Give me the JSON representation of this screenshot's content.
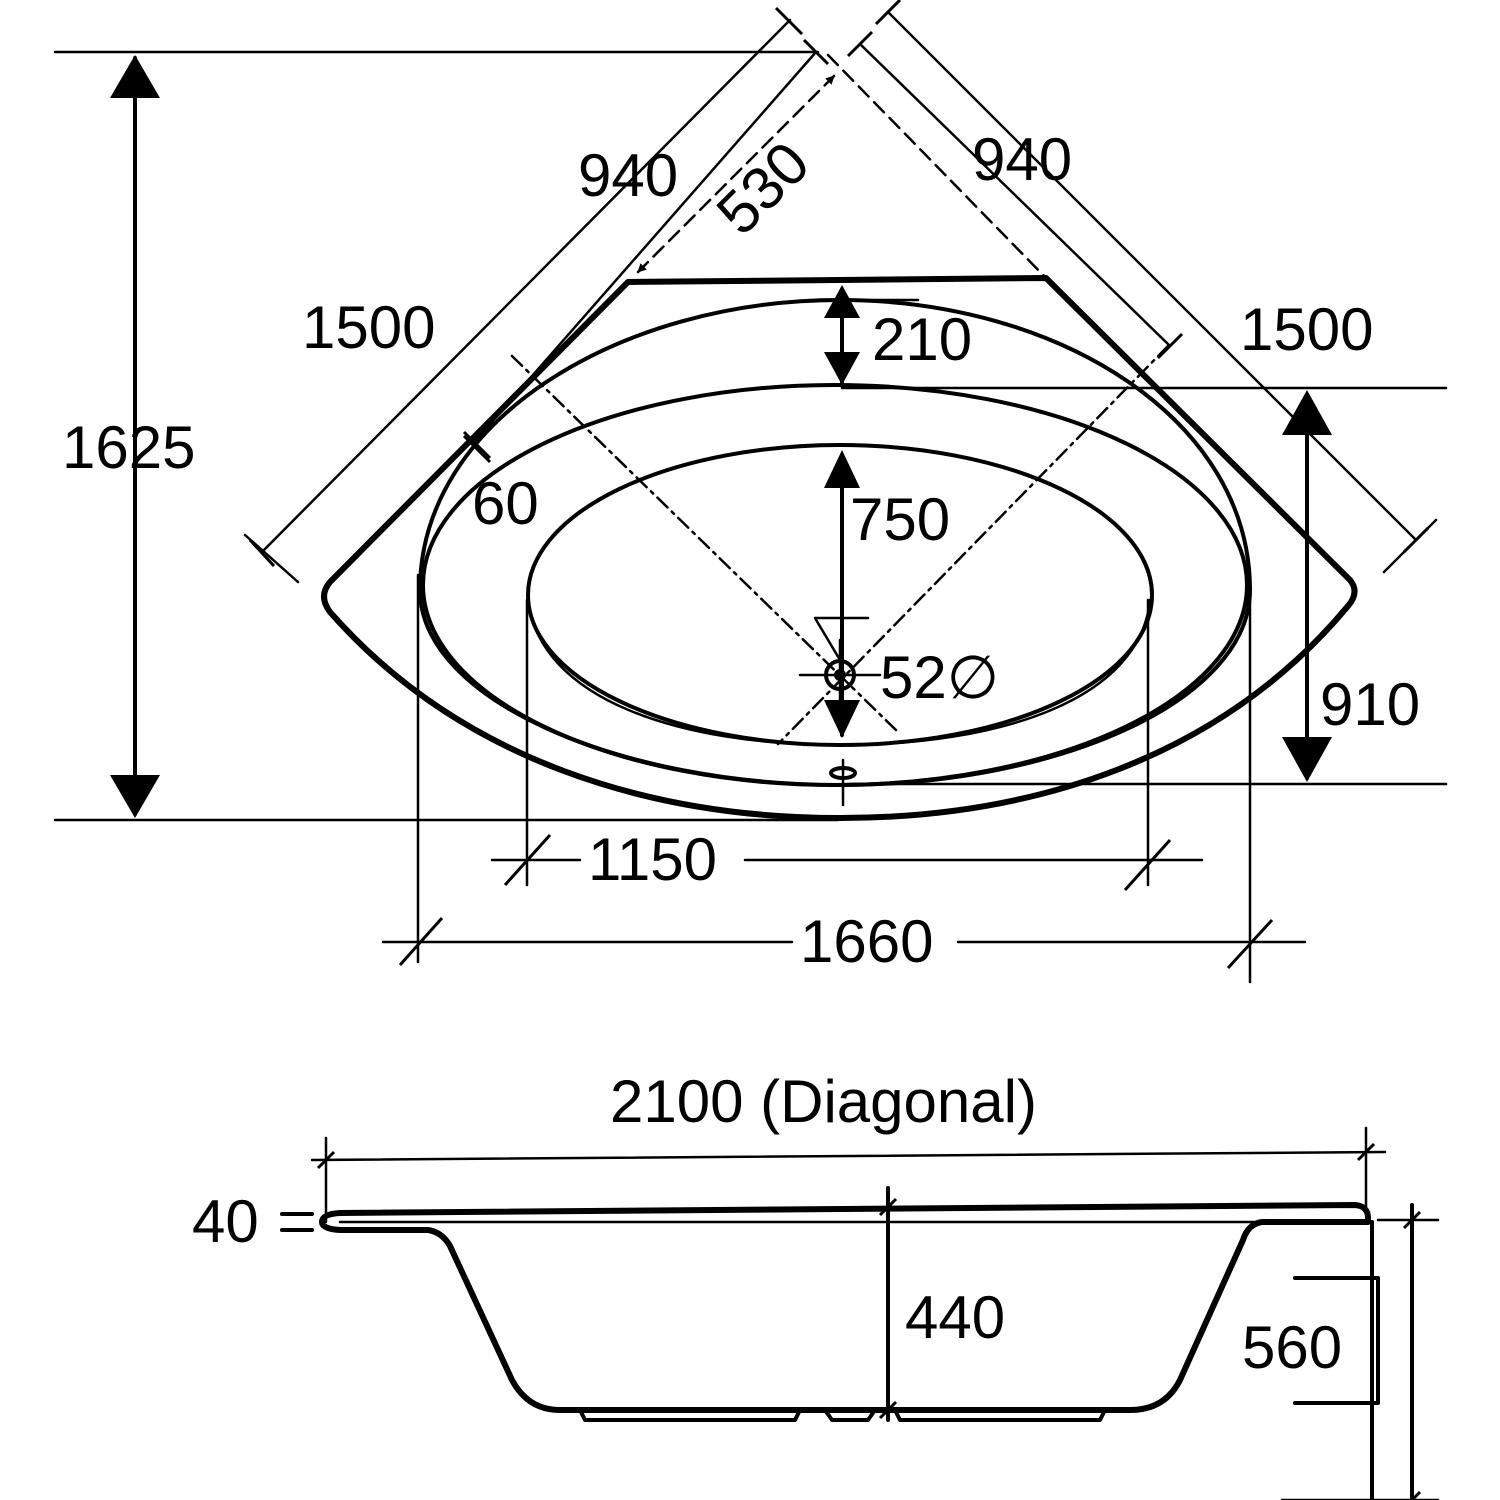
{
  "plan_view": {
    "dim_overall_height": "1625",
    "dim_side_left": "1500",
    "dim_side_right": "1500",
    "dim_edge_left": "940",
    "dim_edge_right": "940",
    "dim_corner_to_rim": "530",
    "dim_rim_depth": "210",
    "dim_rim_width": "60",
    "dim_inner_depth": "750",
    "dim_drain_offset": "910",
    "dim_drain_diameter": "52∅",
    "dim_inner_width": "1150",
    "dim_outer_width": "1660"
  },
  "section_view": {
    "dim_diagonal": "2100 (Diagonal)",
    "dim_rim_thickness": "40",
    "dim_inner_height": "440",
    "dim_total_height": "560"
  }
}
